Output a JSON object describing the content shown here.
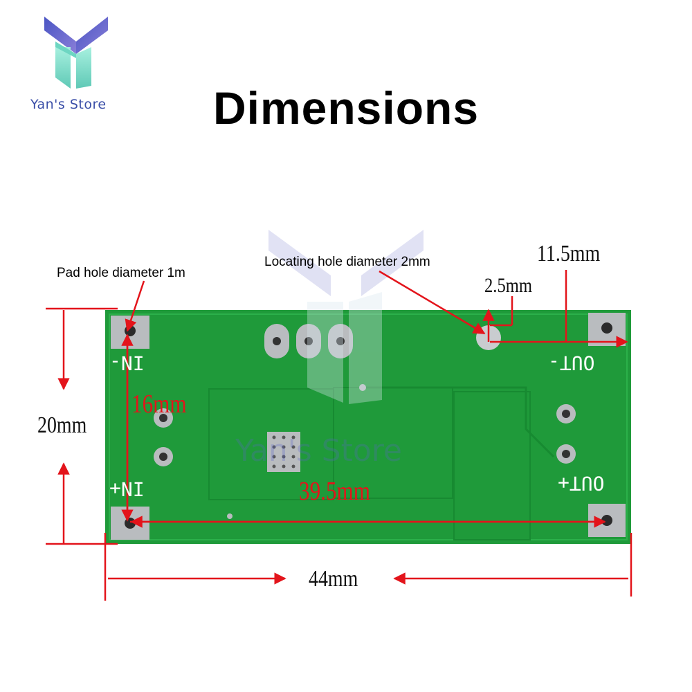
{
  "brand": {
    "store_name": "Yan's Store",
    "watermark_text": "Yan's Store",
    "primary_color": "#5f63c9",
    "accent_color": "#7fe0c8"
  },
  "title": "Dimensions",
  "callouts": {
    "pad_hole": "Pad hole diameter 1m",
    "locating_hole": "Locating hole diameter 2mm"
  },
  "dimensions": {
    "height": "20mm",
    "width": "44mm",
    "inner_height": "16mm",
    "inner_width": "39.5mm",
    "hole_offset_small": "2.5mm",
    "hole_offset_large": "11.5mm"
  },
  "pads": {
    "in_minus": "IN-",
    "in_plus": "IN+",
    "out_minus": "OUT-",
    "out_plus": "OUT+"
  },
  "colors": {
    "pcb_green": "#1f9a3a",
    "dimension_red": "#e3141b",
    "pad_gray": "#b9bcbf"
  }
}
